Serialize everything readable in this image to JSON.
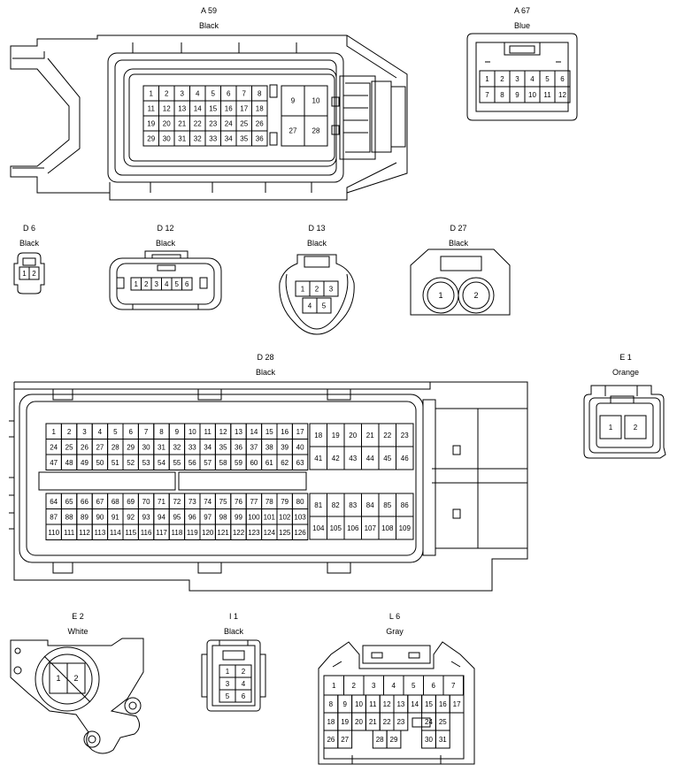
{
  "connectors": [
    {
      "id": "A 59",
      "color": "Black"
    },
    {
      "id": "A 67",
      "color": "Blue"
    },
    {
      "id": "D 6",
      "color": "Black"
    },
    {
      "id": "D 12",
      "color": "Black"
    },
    {
      "id": "D 13",
      "color": "Black"
    },
    {
      "id": "D 27",
      "color": "Black"
    },
    {
      "id": "D 28",
      "color": "Black"
    },
    {
      "id": "E 1",
      "color": "Orange"
    },
    {
      "id": "E 2",
      "color": "White"
    },
    {
      "id": "I 1",
      "color": "Black"
    },
    {
      "id": "L 6",
      "color": "Gray"
    }
  ],
  "pins": {
    "a59_main": [
      "1",
      "2",
      "3",
      "4",
      "5",
      "6",
      "7",
      "8",
      "11",
      "12",
      "13",
      "14",
      "15",
      "16",
      "17",
      "18",
      "19",
      "20",
      "21",
      "22",
      "23",
      "24",
      "25",
      "26",
      "29",
      "30",
      "31",
      "32",
      "33",
      "34",
      "35",
      "36"
    ],
    "a59_side": [
      "9",
      "10",
      "27",
      "28"
    ],
    "a67": [
      "1",
      "2",
      "3",
      "4",
      "5",
      "6",
      "7",
      "8",
      "9",
      "10",
      "11",
      "12"
    ],
    "d6": [
      "1",
      "2"
    ],
    "d12": [
      "1",
      "2",
      "3",
      "4",
      "5",
      "6"
    ],
    "d13": [
      "1",
      "2",
      "3",
      "4",
      "5"
    ],
    "d27": [
      "1",
      "2"
    ],
    "d28_a": [
      "1",
      "2",
      "3",
      "4",
      "5",
      "6",
      "7",
      "8",
      "9",
      "10",
      "11",
      "12",
      "13",
      "14",
      "15",
      "16",
      "17",
      "24",
      "25",
      "26",
      "27",
      "28",
      "29",
      "30",
      "31",
      "32",
      "33",
      "34",
      "35",
      "36",
      "37",
      "38",
      "39",
      "40",
      "47",
      "48",
      "49",
      "50",
      "51",
      "52",
      "53",
      "54",
      "55",
      "56",
      "57",
      "58",
      "59",
      "60",
      "61",
      "62",
      "63"
    ],
    "d28_b": [
      "18",
      "19",
      "20",
      "21",
      "22",
      "23",
      "41",
      "42",
      "43",
      "44",
      "45",
      "46"
    ],
    "d28_c": [
      "64",
      "65",
      "66",
      "67",
      "68",
      "69",
      "70",
      "71",
      "72",
      "73",
      "74",
      "75",
      "76",
      "77",
      "78",
      "79",
      "80",
      "87",
      "88",
      "89",
      "90",
      "91",
      "92",
      "93",
      "94",
      "95",
      "96",
      "97",
      "98",
      "99",
      "100",
      "101",
      "102",
      "103",
      "110",
      "111",
      "112",
      "113",
      "114",
      "115",
      "116",
      "117",
      "118",
      "119",
      "120",
      "121",
      "122",
      "123",
      "124",
      "125",
      "126"
    ],
    "d28_d": [
      "81",
      "82",
      "83",
      "84",
      "85",
      "86",
      "104",
      "105",
      "106",
      "107",
      "108",
      "109"
    ],
    "e1": [
      "1",
      "2"
    ],
    "e2": [
      "1",
      "2"
    ],
    "i1": [
      "1",
      "2",
      "3",
      "4",
      "5",
      "6"
    ],
    "l6": [
      "1",
      "2",
      "3",
      "4",
      "5",
      "6",
      "7",
      "8",
      "9",
      "10",
      "11",
      "12",
      "13",
      "14",
      "15",
      "16",
      "17",
      "18",
      "19",
      "20",
      "21",
      "22",
      "23",
      "24",
      "25",
      "26",
      "27",
      "28",
      "29",
      "30",
      "31"
    ]
  }
}
